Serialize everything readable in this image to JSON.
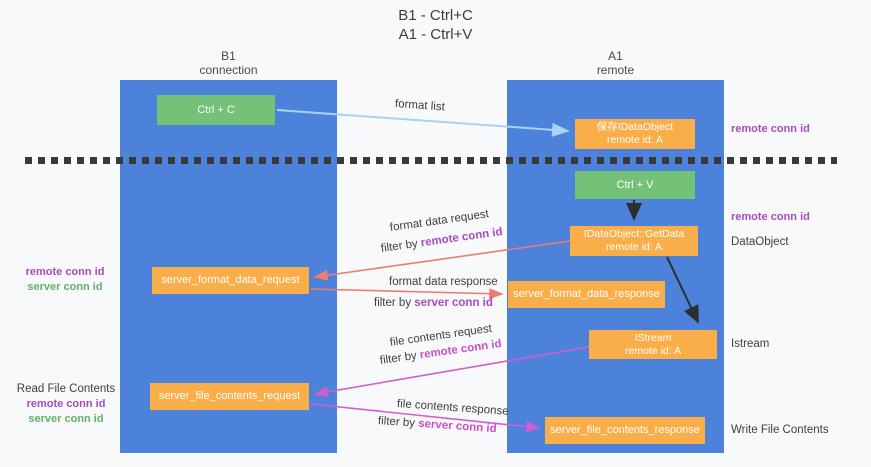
{
  "colors": {
    "background": "#f8f9fa",
    "column_blue": "#4c82da",
    "box_green": "#74c178",
    "box_orange": "#f9ae49",
    "arrow_light_blue": "#a8d4f1",
    "arrow_black": "#2e2e2e",
    "arrow_salmon": "#ee7b72",
    "arrow_magenta": "#cf5ecf",
    "text_purple": "#a74cc0",
    "text_magenta": "#cb4ec9",
    "text_green": "#5fb365",
    "dash_line": "#3a3a3a"
  },
  "title": {
    "line1": "B1 - Ctrl+C",
    "line2": "A1 - Ctrl+V"
  },
  "columns": {
    "left": {
      "name": "B1",
      "role": "connection"
    },
    "right": {
      "name": "A1",
      "role": "remote"
    }
  },
  "boxes": {
    "ctrl_c": {
      "label": "Ctrl + C"
    },
    "save_idataobject": {
      "line1": "保存IDataObject",
      "line2": "remote id: A"
    },
    "ctrl_v": {
      "label": "Ctrl + V"
    },
    "idataobject_getdata": {
      "line1": "IDataObject::GetData",
      "line2": "remote id: A"
    },
    "istream": {
      "line1": "IStream",
      "line2": "remote id: A"
    },
    "server_format_data_request": {
      "label": "server_format_data_request"
    },
    "server_format_data_response": {
      "label": "server_format_data_response"
    },
    "server_file_contents_request": {
      "label": "server_file_contents_request"
    },
    "server_file_contents_response": {
      "label": "server_file_contents_response"
    }
  },
  "flow_labels": {
    "format_list": "format list",
    "format_data_request": "format data request",
    "format_data_request_filter": {
      "prefix": "filter by ",
      "key": "remote conn id"
    },
    "format_data_response": "format data response",
    "format_data_response_filter": {
      "prefix": "filter by ",
      "key": "server conn id"
    },
    "file_contents_request": "file contents request",
    "file_contents_request_filter": {
      "prefix": "filter by ",
      "key": "remote conn id"
    },
    "file_contents_response": "file contents response",
    "file_contents_response_filter": {
      "prefix": "filter by ",
      "key": "server conn id"
    }
  },
  "side_labels": {
    "right_top_remote_conn_id": "remote conn id",
    "right_mid_remote_conn_id": "remote conn id",
    "dataobject": "DataObject",
    "istream": "Istream",
    "write_file_contents": "Write File Contents",
    "left_top": {
      "remote": "remote conn id",
      "server": "server conn id"
    },
    "read_file_contents": "Read File Contents",
    "left_bottom": {
      "remote": "remote conn id",
      "server": "server conn id"
    }
  }
}
